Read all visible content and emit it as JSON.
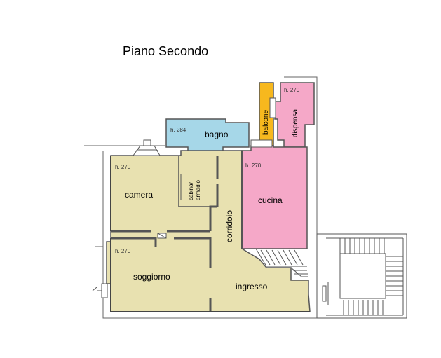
{
  "title": "Piano Secondo",
  "colors": {
    "beige": "#e8e1b0",
    "blue": "#a6d7e8",
    "pink": "#f5a8c8",
    "orange": "#f7b81e",
    "wall": "#555555"
  },
  "rooms": {
    "bagno": {
      "name": "bagno",
      "height": "h. 284"
    },
    "balcone": {
      "name": "balcone"
    },
    "dispensa": {
      "name": "dispensa",
      "height": "h. 270"
    },
    "camera": {
      "name": "camera",
      "height": "h. 270"
    },
    "armadio": {
      "line1": "cabina/",
      "line2": "armadio"
    },
    "cucina": {
      "name": "cucina",
      "height": "h. 270"
    },
    "corridoio": {
      "name": "corridoio"
    },
    "soggiorno": {
      "name": "soggiorno",
      "height": "h. 270"
    },
    "ingresso": {
      "name": "ingresso"
    }
  }
}
